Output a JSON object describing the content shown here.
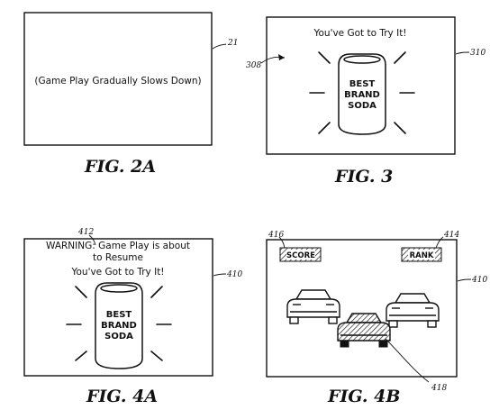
{
  "fig2a": {
    "text": "(Game Play Gradually Slows Down)",
    "ref": "21",
    "caption": "FIG. 2A"
  },
  "fig3": {
    "headline": "You've Got to Try It!",
    "can_lines": [
      "BEST",
      "BRAND",
      "SODA"
    ],
    "ref_screen": "310",
    "ref_can": "308",
    "caption": "FIG. 3"
  },
  "fig4a": {
    "warning_line1": "WARNING: Game Play is about",
    "warning_line2": "to Resume",
    "headline": "You've Got to Try It!",
    "can_lines": [
      "BEST",
      "BRAND",
      "SODA"
    ],
    "ref_warning": "412",
    "ref_screen": "410",
    "caption": "FIG. 4A"
  },
  "fig4b": {
    "score_label": "SCORE",
    "rank_label": "RANK",
    "ref_score": "416",
    "ref_rank": "414",
    "ref_screen": "410",
    "ref_car": "418",
    "caption": "FIG. 4B"
  }
}
